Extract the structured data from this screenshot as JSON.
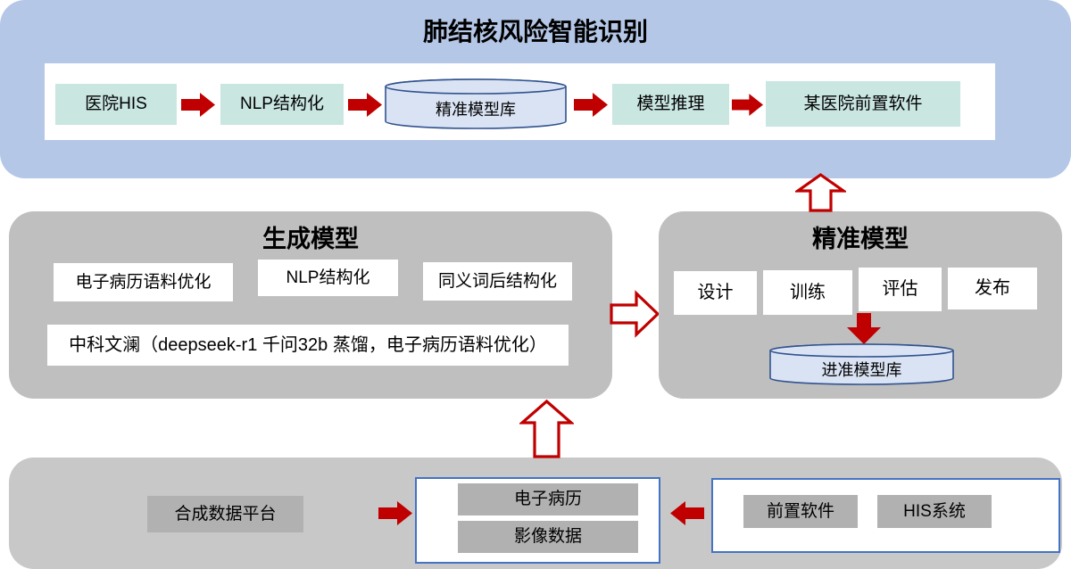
{
  "colors": {
    "top_bg": "#b4c7e7",
    "teal": "#c9e6e1",
    "panel_gray": "#bfbfbf",
    "bottom_gray": "#c8c8c8",
    "inner_gray": "#b1b1b1",
    "cyl_fill": "#dae3f3",
    "cyl_stroke": "#31538f",
    "red": "#c00000",
    "blue": "#4472c4"
  },
  "top_panel": {
    "title": "肺结核风险智能识别",
    "nodes": [
      "医院HIS",
      "NLP结构化",
      "精准模型库",
      "模型推理",
      "某医院前置软件"
    ]
  },
  "generation_panel": {
    "title": "生成模型",
    "boxes": [
      "电子病历语料优化",
      "NLP结构化",
      "同义词后结构化"
    ],
    "wide_box": "中科文澜（deepseek-r1 千问32b 蒸馏，电子病历语料优化）"
  },
  "precision_panel": {
    "title": "精准模型",
    "steps": [
      "设计",
      "训练",
      "评估",
      "发布"
    ],
    "cylinder": "进准模型库"
  },
  "bottom_panel": {
    "synth_platform": "合成数据平台",
    "data_boxes": [
      "电子病历",
      "影像数据"
    ],
    "source_boxes": [
      "前置软件",
      "HIS系统"
    ]
  }
}
